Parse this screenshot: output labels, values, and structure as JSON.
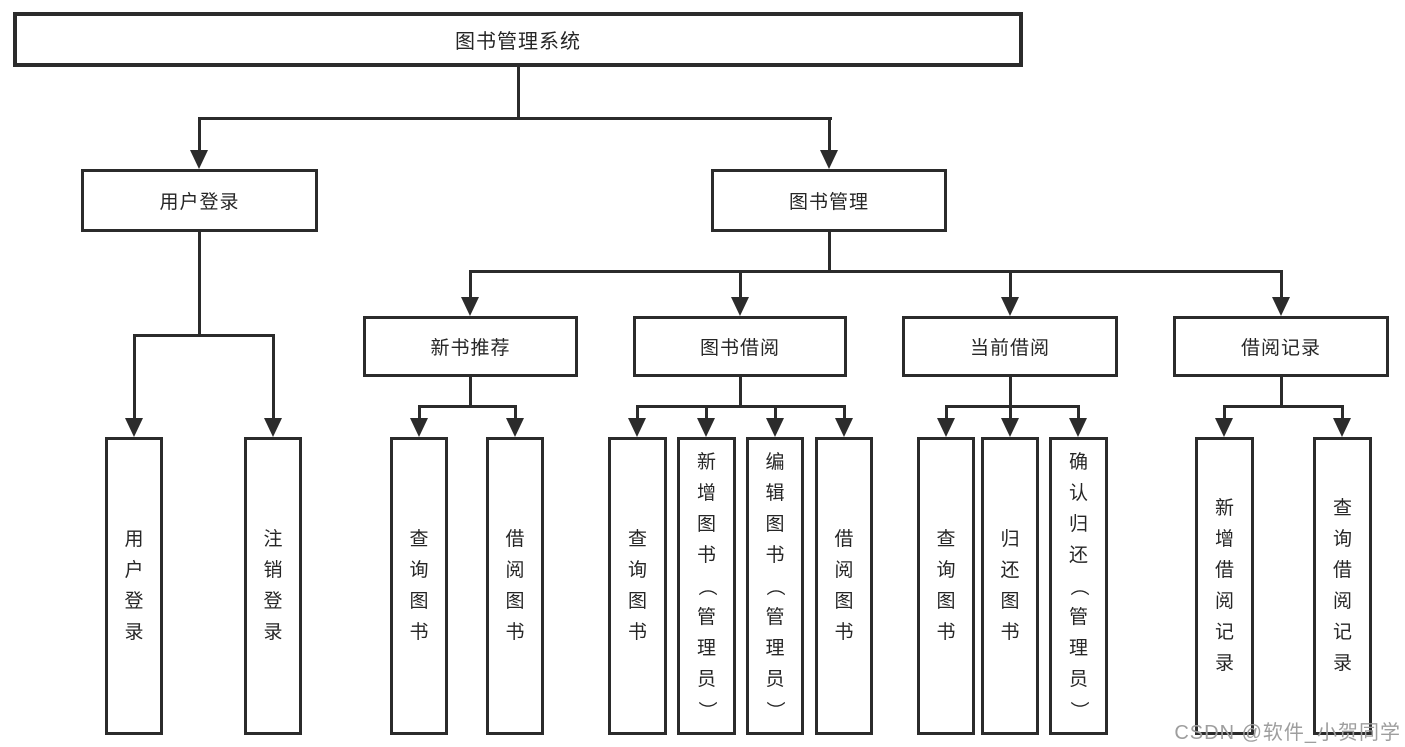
{
  "diagram": {
    "title": "图书管理系统",
    "level2": [
      "用户登录",
      "图书管理"
    ],
    "level3": [
      "新书推荐",
      "图书借阅",
      "当前借阅",
      "借阅记录"
    ],
    "leaves": {
      "user_login": [
        "用户登录",
        "注销登录"
      ],
      "new_book_recommend": [
        "查询图书",
        "借阅图书"
      ],
      "book_borrowing": [
        "查询图书",
        "新增图书（管理员）",
        "编辑图书（管理员）",
        "借阅图书"
      ],
      "current_borrowing": [
        "查询图书",
        "归还图书",
        "确认归还（管理员）"
      ],
      "borrowing_records": [
        "新增借阅记录",
        "查询借阅记录"
      ]
    },
    "watermark": "CSDN @软件_小贺同学",
    "colors": {
      "line": "#2b2b2b",
      "text": "#262626",
      "watermark": "#9e9e9e",
      "background": "#ffffff"
    }
  }
}
